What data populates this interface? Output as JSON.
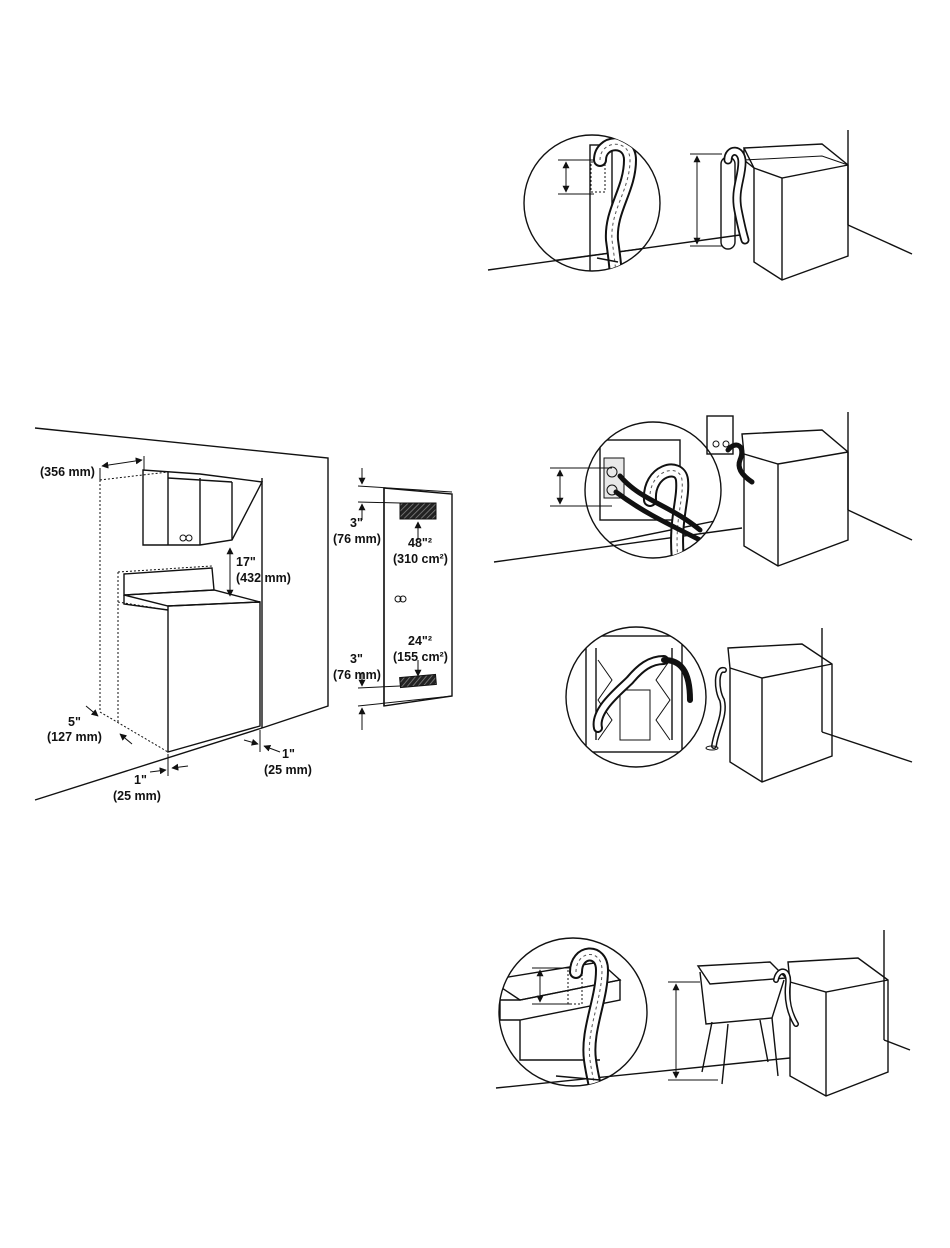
{
  "closet_diagram": {
    "label_356mm": "(356 mm)",
    "label_17in": "17\"",
    "label_432mm": "(432 mm)",
    "label_5in": "5\"",
    "label_127mm": "(127 mm)",
    "label_1in_left": "1\"",
    "label_25mm_left": "(25 mm)",
    "label_1in_right": "1\"",
    "label_25mm_right": "(25 mm)"
  },
  "door_diagram": {
    "label_3in_top": "3\"",
    "label_76mm_top": "(76 mm)",
    "label_48in2": "48\"²",
    "label_310cm2": "(310 cm²)",
    "label_24in2": "24\"²",
    "label_155cm2": "(155 cm²)",
    "label_3in_bottom": "3\"",
    "label_76mm_bottom": "(76 mm)"
  }
}
